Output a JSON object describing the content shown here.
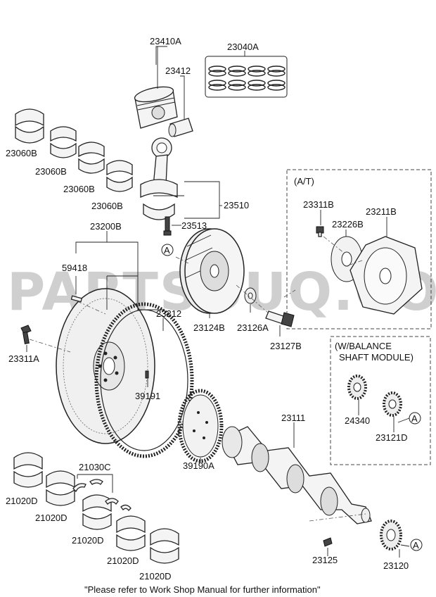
{
  "watermark": "PARTSOUQ.COM",
  "groups": {
    "at": "(A/T)",
    "balance_line1": "(W/BALANCE",
    "balance_line2": "SHAFT MODULE)"
  },
  "callout_letter": "A",
  "labels": {
    "p23410A": "23410A",
    "p23040A": "23040A",
    "p23412": "23412",
    "p23060B_1": "23060B",
    "p23060B_2": "23060B",
    "p23060B_3": "23060B",
    "p23060B_4": "23060B",
    "p23510": "23510",
    "p23513": "23513",
    "p23200B": "23200B",
    "p59418": "59418",
    "p23212": "23212",
    "p23124B": "23124B",
    "p23126A": "23126A",
    "p23127B": "23127B",
    "p23311A": "23311A",
    "p39191": "39191",
    "p39190A": "39190A",
    "p23111": "23111",
    "p23311B": "23311B",
    "p23226B": "23226B",
    "p23211B": "23211B",
    "p24340": "24340",
    "p23121D": "23121D",
    "p21030C": "21030C",
    "p21020D_1": "21020D",
    "p21020D_2": "21020D",
    "p21020D_3": "21020D",
    "p21020D_4": "21020D",
    "p21020D_5": "21020D",
    "p23125": "23125",
    "p23120": "23120"
  },
  "footer_note": "\"Please refer to Work Shop Manual for further information\""
}
